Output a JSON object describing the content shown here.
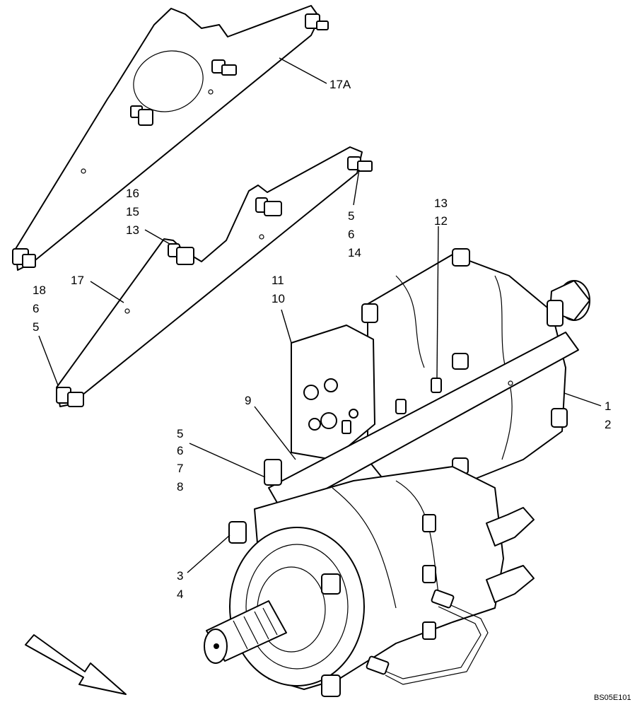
{
  "labels": {
    "l17A": "17A",
    "l16": "16",
    "l15": "15",
    "l13a": "13",
    "l5a": "5",
    "l6a": "6",
    "l14": "14",
    "l13b": "13",
    "l12": "12",
    "l11": "11",
    "l10": "10",
    "l18": "18",
    "l6b": "6",
    "l5b": "5",
    "l17": "17",
    "l9": "9",
    "l1": "1",
    "l2": "2",
    "l5c": "5",
    "l6c": "6",
    "l7": "7",
    "l8": "8",
    "l3": "3",
    "l4": "4"
  },
  "figure_code": "BS05E101"
}
